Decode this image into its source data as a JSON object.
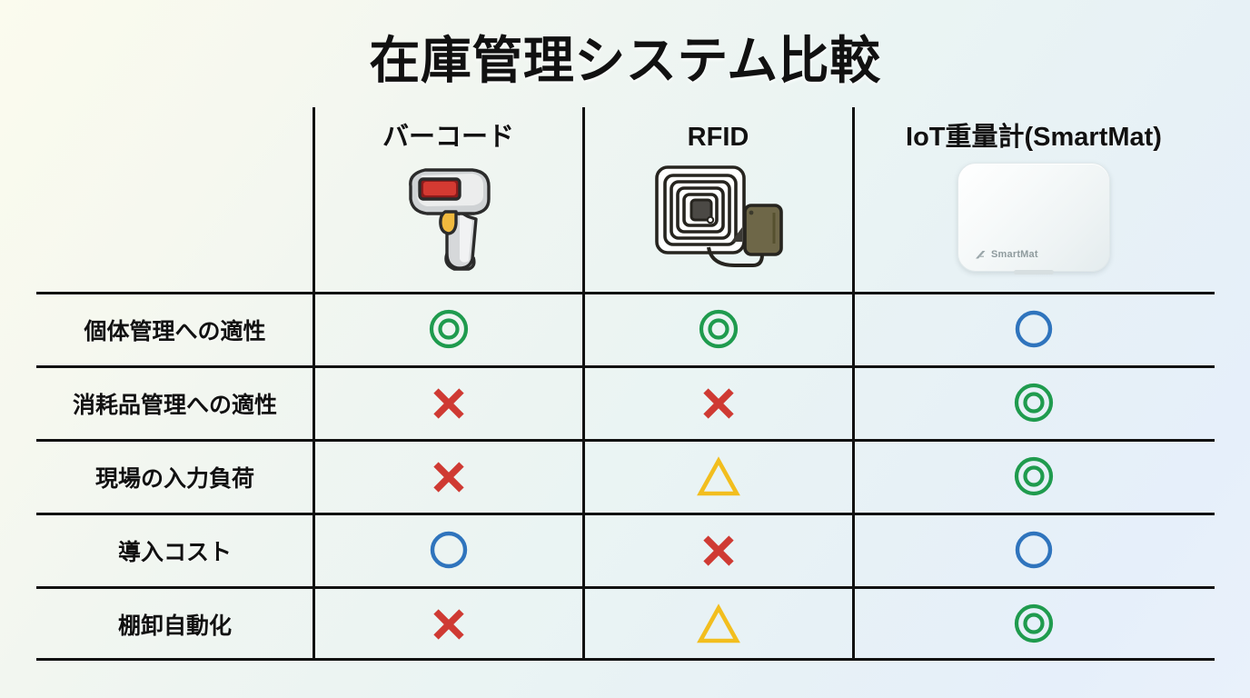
{
  "slide": {
    "title": "在庫管理システム比較",
    "background_start": "#fbfbee",
    "background_end": "#e9f1fb"
  },
  "colors": {
    "mark_green": "#1f9b4e",
    "mark_blue": "#2f74bd",
    "mark_red": "#cf3a33",
    "mark_yellow": "#f2be1e",
    "grid_line": "#111111",
    "highlight_column_bg": "#dbeef0",
    "text": "#111111"
  },
  "table": {
    "corner_label": "",
    "columns": [
      {
        "label": "バーコード",
        "icon": "barcode-scanner-icon",
        "highlighted": false
      },
      {
        "label": "RFID",
        "icon": "rfid-tag-icon",
        "highlighted": false
      },
      {
        "label": "IoT重量計(SmartMat)",
        "icon": "smartmat-device-icon",
        "highlighted": true
      }
    ],
    "device_logo_text": "SmartMat",
    "rows": [
      {
        "label": "個体管理への適性",
        "cells": [
          {
            "symbol": "double-circle",
            "glyph": "◎",
            "color": "#1f9b4e",
            "meaning": "excellent"
          },
          {
            "symbol": "double-circle",
            "glyph": "◎",
            "color": "#1f9b4e",
            "meaning": "excellent"
          },
          {
            "symbol": "circle",
            "glyph": "○",
            "color": "#2f74bd",
            "meaning": "good"
          }
        ]
      },
      {
        "label": "消耗品管理への適性",
        "cells": [
          {
            "symbol": "cross",
            "glyph": "✕",
            "color": "#cf3a33",
            "meaning": "poor"
          },
          {
            "symbol": "cross",
            "glyph": "✕",
            "color": "#cf3a33",
            "meaning": "poor"
          },
          {
            "symbol": "double-circle",
            "glyph": "◎",
            "color": "#1f9b4e",
            "meaning": "excellent"
          }
        ]
      },
      {
        "label": "現場の入力負荷",
        "cells": [
          {
            "symbol": "cross",
            "glyph": "✕",
            "color": "#cf3a33",
            "meaning": "poor"
          },
          {
            "symbol": "triangle",
            "glyph": "△",
            "color": "#f2be1e",
            "meaning": "fair"
          },
          {
            "symbol": "double-circle",
            "glyph": "◎",
            "color": "#1f9b4e",
            "meaning": "excellent"
          }
        ]
      },
      {
        "label": "導入コスト",
        "cells": [
          {
            "symbol": "circle",
            "glyph": "○",
            "color": "#2f74bd",
            "meaning": "good"
          },
          {
            "symbol": "cross",
            "glyph": "✕",
            "color": "#cf3a33",
            "meaning": "poor"
          },
          {
            "symbol": "circle",
            "glyph": "○",
            "color": "#2f74bd",
            "meaning": "good"
          }
        ]
      },
      {
        "label": "棚卸自動化",
        "cells": [
          {
            "symbol": "cross",
            "glyph": "✕",
            "color": "#cf3a33",
            "meaning": "poor"
          },
          {
            "symbol": "triangle",
            "glyph": "△",
            "color": "#f2be1e",
            "meaning": "fair"
          },
          {
            "symbol": "double-circle",
            "glyph": "◎",
            "color": "#1f9b4e",
            "meaning": "excellent"
          }
        ]
      }
    ]
  }
}
